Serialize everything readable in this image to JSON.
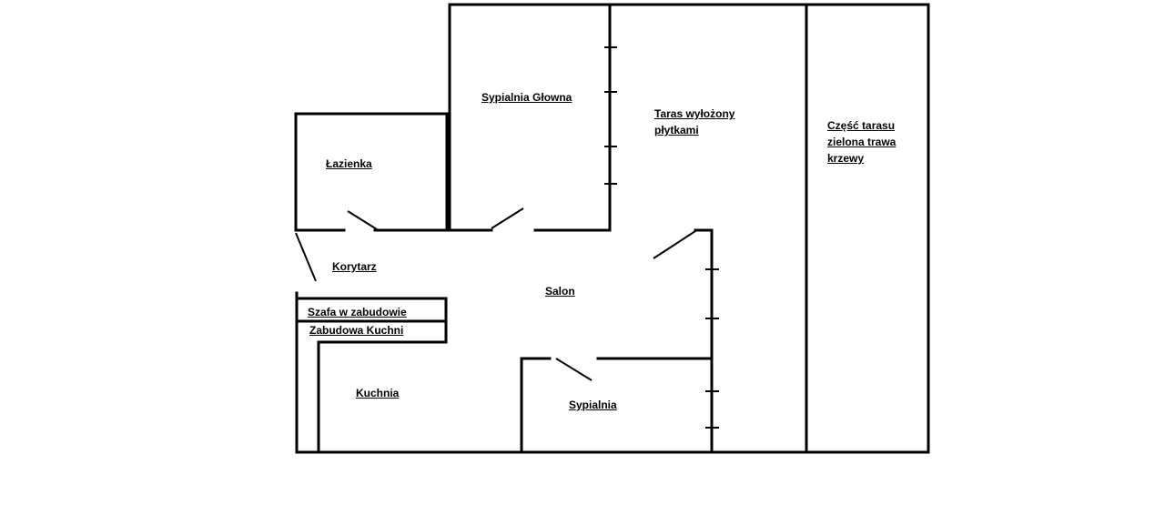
{
  "labels": {
    "lazienka": "Łazienka",
    "sypialnia_glowna": "Sypialnia Głowna",
    "taras_line1": "Taras wyłożony",
    "taras_line2": "płytkami",
    "czesc_line1": "Część tarasu",
    "czesc_line2": "zielona trawa",
    "czesc_line3": "krzewy",
    "korytarz": "Korytarz",
    "salon": "Salon",
    "szafa": "Szafa w zabudowie",
    "zabudowa_kuchni": "Zabudowa Kuchni",
    "kuchnia": "Kuchnia",
    "sypialnia": "Sypialnia"
  },
  "colors": {
    "wall": "#000000",
    "background": "#ffffff"
  }
}
